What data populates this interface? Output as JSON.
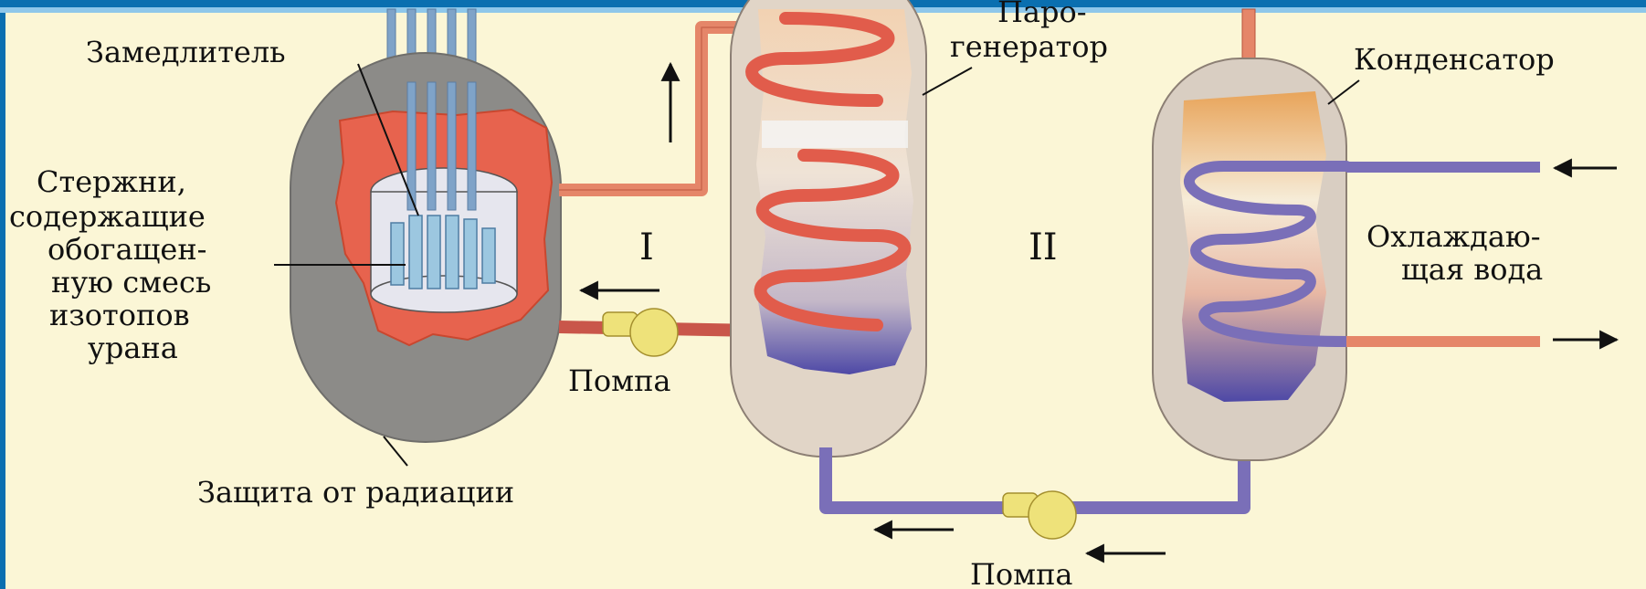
{
  "labels": {
    "moderator": "Замедлитель",
    "rods_1": "Стержни,",
    "rods_2": "содержащие",
    "rods_3": "обогащен-",
    "rods_4": "ную смесь",
    "rods_5": "изотопов",
    "rods_6": "урана",
    "shield": "Защита от радиации",
    "pump_primary": "Помпа",
    "pump_secondary": "Помпа",
    "sg_1": "Паро-",
    "sg_2": "генератор",
    "condenser": "Конденсатор",
    "cooling_1": "Охлаждаю-",
    "cooling_2": "щая вода",
    "circuit_1": "I",
    "circuit_2": "II"
  },
  "colors": {
    "background": "#fbf6d6",
    "frame": "#0a6fb0",
    "frame_line": "#8ec7ea",
    "vessel_gray": "#8c8b88",
    "core_red": "#e7634e",
    "hot_pipe": "#e58669",
    "cold_pipe": "#7a6fb8",
    "pump_yellow": "#eee27a",
    "steam_orange": "#e9ad6a",
    "water_blue": "#5a53b0"
  }
}
